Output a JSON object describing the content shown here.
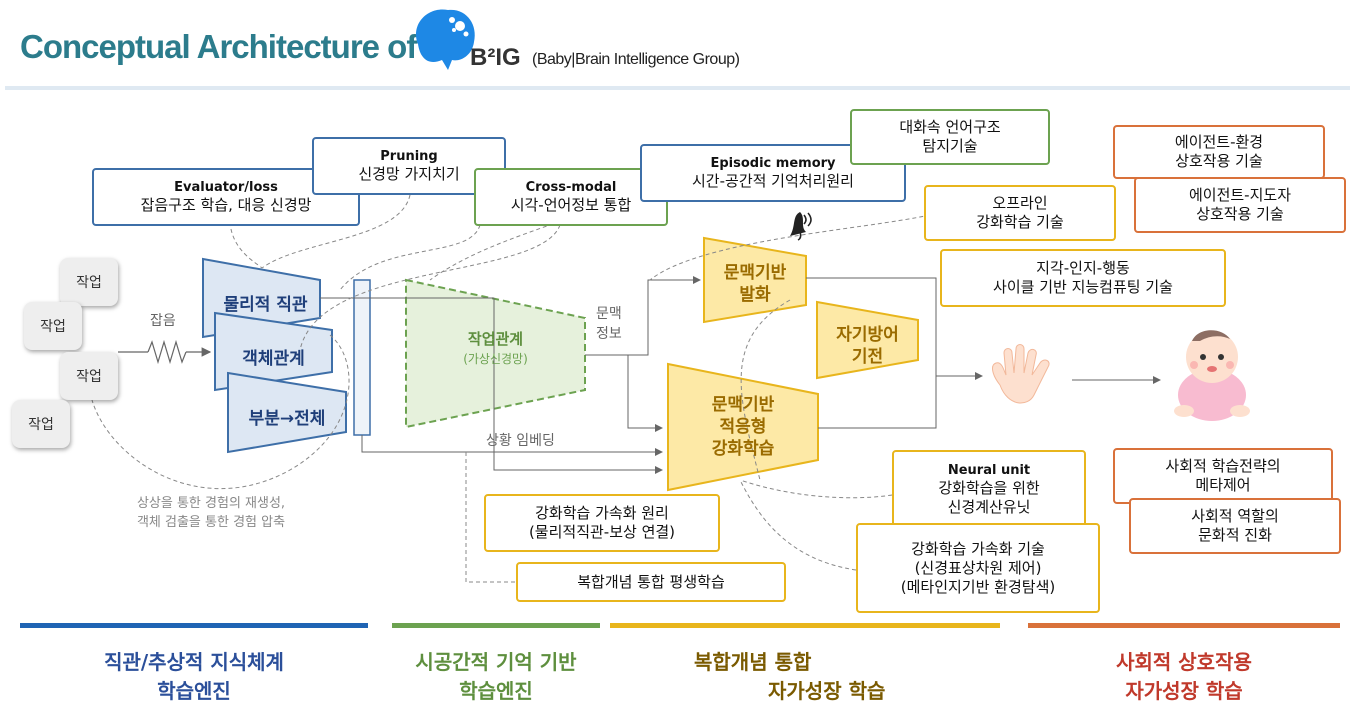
{
  "header": {
    "title": "Conceptual Architecture of",
    "logo_text": "B²IG",
    "logo_sub": "(Baby|Brain Intelligence Group)"
  },
  "tasks": [
    "작업",
    "작업",
    "작업",
    "작업"
  ],
  "noise_label": "잡음",
  "blocks": {
    "physical": "물리적 직관",
    "object": "객체관계",
    "part_whole": "부분→전체",
    "work_relation": "작업관계",
    "work_relation_sub": "(가상신경망)",
    "context_info": "문맥\n정보",
    "context_speech": "문맥기반\n발화",
    "self_defense": "자기방어\n기전",
    "adaptive_rl": "문맥기반\n적응형\n강화학습",
    "situation_embedding": "상황 임베딩",
    "imagination": "상상을 통한 경험의 재생성,\n객체 검출을 통한 경험 압축"
  },
  "boxes": {
    "evaluator_en": "Evaluator/loss",
    "evaluator_ko": "잡음구조 학습, 대응 신경망",
    "pruning_en": "Pruning",
    "pruning_ko": "신경망 가지치기",
    "crossmodal_en": "Cross-modal",
    "crossmodal_ko": "시각-언어정보 통합",
    "episodic_en": "Episodic memory",
    "episodic_ko": "시간-공간적 기억처리원리",
    "dialogue": "대화속 언어구조\n탐지기술",
    "offline_rl": "오프라인\n강화학습 기술",
    "perception_cycle": "지각-인지-행동\n사이클 기반 지능컴퓨팅 기술",
    "agent_env": "에이전트-환경\n상호작용 기술",
    "agent_guide": "에이전트-지도자\n상호작용 기술",
    "neural_unit_en": "Neural unit",
    "neural_unit_ko": "강화학습을 위한\n신경계산유닛",
    "rl_accel_principle": "강화학습 가속화 원리\n(물리적직관-보상 연결)",
    "lifelong": "복합개념 통합 평생학습",
    "rl_accel_tech": "강화학습 가속화 기술\n(신경표상차원 제어)\n(메타인지기반 환경탐색)",
    "social_strategy": "사회적 학습전략의\n메타제어",
    "social_role": "사회적 역할의\n문화적 진화"
  },
  "categories": [
    {
      "label": "직관/추상적 지식체계\n학습엔진",
      "color": "#1f64b4"
    },
    {
      "label": "시공간적 기억 기반\n학습엔진",
      "color": "#6ca250"
    },
    {
      "label": "복합개념 통합\n자가성장 학습",
      "color": "#e8b51c"
    },
    {
      "label": "사회적 상호작용\n자가성장 학습",
      "color": "#d9713a"
    }
  ],
  "category_text_colors": [
    "#2b4f9a",
    "#5e8f3e",
    "#7a5a00",
    "#c0392b"
  ]
}
